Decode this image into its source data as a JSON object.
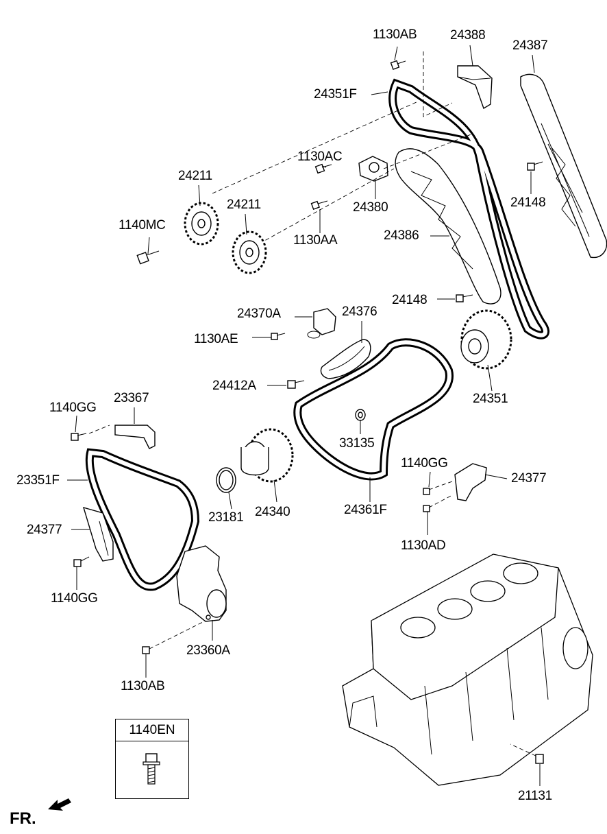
{
  "diagram": {
    "fr_label": "FR.",
    "legend": {
      "part_no": "1140EN"
    },
    "labels": {
      "l_1130AB_top": "1130AB",
      "l_24388": "24388",
      "l_24387": "24387",
      "l_24351F": "24351F",
      "l_1130AC": "1130AC",
      "l_24211_a": "24211",
      "l_24211_b": "24211",
      "l_24380": "24380",
      "l_1140MC": "1140MC",
      "l_24148_top": "24148",
      "l_1130AA": "1130AA",
      "l_24386": "24386",
      "l_24148_mid": "24148",
      "l_24370A": "24370A",
      "l_24376": "24376",
      "l_1130AE": "1130AE",
      "l_24412A": "24412A",
      "l_24351": "24351",
      "l_1140GG_left": "1140GG",
      "l_23367": "23367",
      "l_33135": "33135",
      "l_1140GG_right": "1140GG",
      "l_24377_right": "24377",
      "l_23351F": "23351F",
      "l_24361F": "24361F",
      "l_23181": "23181",
      "l_24340": "24340",
      "l_24377_left": "24377",
      "l_1130AD": "1130AD",
      "l_1140GG_bottom": "1140GG",
      "l_23360A": "23360A",
      "l_1130AB_bottom": "1130AB",
      "l_21131": "21131"
    }
  }
}
